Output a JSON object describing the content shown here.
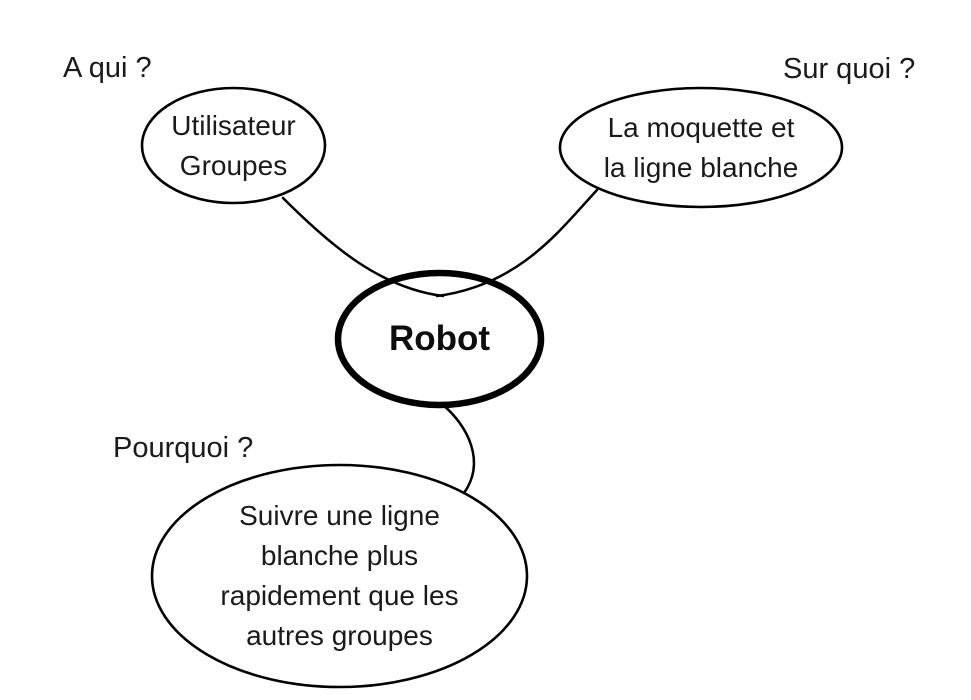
{
  "diagram": {
    "type": "mindmap",
    "center_node": {
      "label": "Robot"
    },
    "branches": [
      {
        "id": "who",
        "question": "A qui ?",
        "node_lines": [
          "Utilisateur",
          "Groupes"
        ]
      },
      {
        "id": "what",
        "question": "Sur quoi ?",
        "node_lines": [
          "La moquette et",
          "la ligne blanche"
        ]
      },
      {
        "id": "why",
        "question": "Pourquoi ?",
        "node_lines": [
          "Suivre une ligne",
          "blanche plus",
          "rapidement que les",
          "autres groupes"
        ]
      }
    ],
    "colors": {
      "stroke": "#000000",
      "text": "#1a1a1a",
      "background": "#ffffff"
    }
  }
}
